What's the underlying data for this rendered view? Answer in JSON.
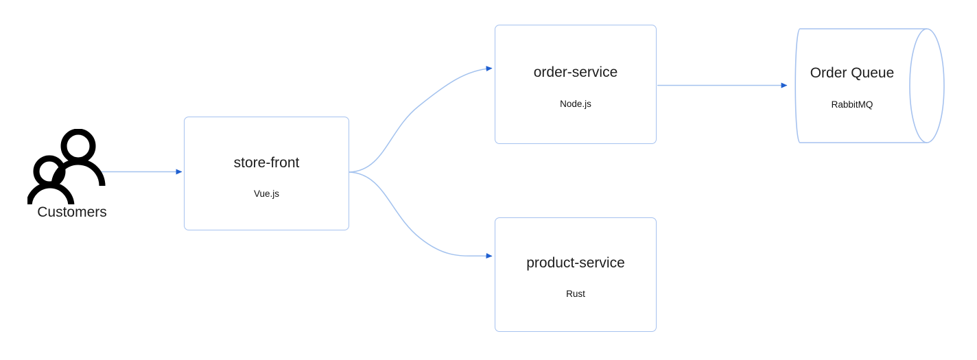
{
  "diagram": {
    "type": "architecture-flow",
    "background": "#ffffff",
    "colors": {
      "node_border": "#a6c2ef",
      "node_fill": "#ffffff",
      "edge_line": "#a3c2ee",
      "arrow_head": "#1f5fd0",
      "text": "#1d1d1d",
      "actor_icon": "#000000"
    },
    "actor": {
      "name": "customers-actor",
      "label": "Customers",
      "icon": "two-people-icon"
    },
    "nodes": [
      {
        "id": "store-front",
        "title": "store-front",
        "subtitle": "Vue.js",
        "shape": "rounded-rectangle"
      },
      {
        "id": "order-service",
        "title": "order-service",
        "subtitle": "Node.js",
        "shape": "rounded-rectangle"
      },
      {
        "id": "product-service",
        "title": "product-service",
        "subtitle": "Rust",
        "shape": "rounded-rectangle"
      },
      {
        "id": "order-queue",
        "title": "Order Queue",
        "subtitle": "RabbitMQ",
        "shape": "cylinder"
      }
    ],
    "edges": [
      {
        "id": "customers-to-store-front",
        "from": "customers-actor",
        "to": "store-front",
        "style": "straight-arrow"
      },
      {
        "id": "store-front-to-order-service",
        "from": "store-front",
        "to": "order-service",
        "style": "curved-arrow"
      },
      {
        "id": "store-front-to-product-service",
        "from": "store-front",
        "to": "product-service",
        "style": "curved-arrow"
      },
      {
        "id": "order-service-to-order-queue",
        "from": "order-service",
        "to": "order-queue",
        "style": "straight-arrow"
      }
    ]
  }
}
